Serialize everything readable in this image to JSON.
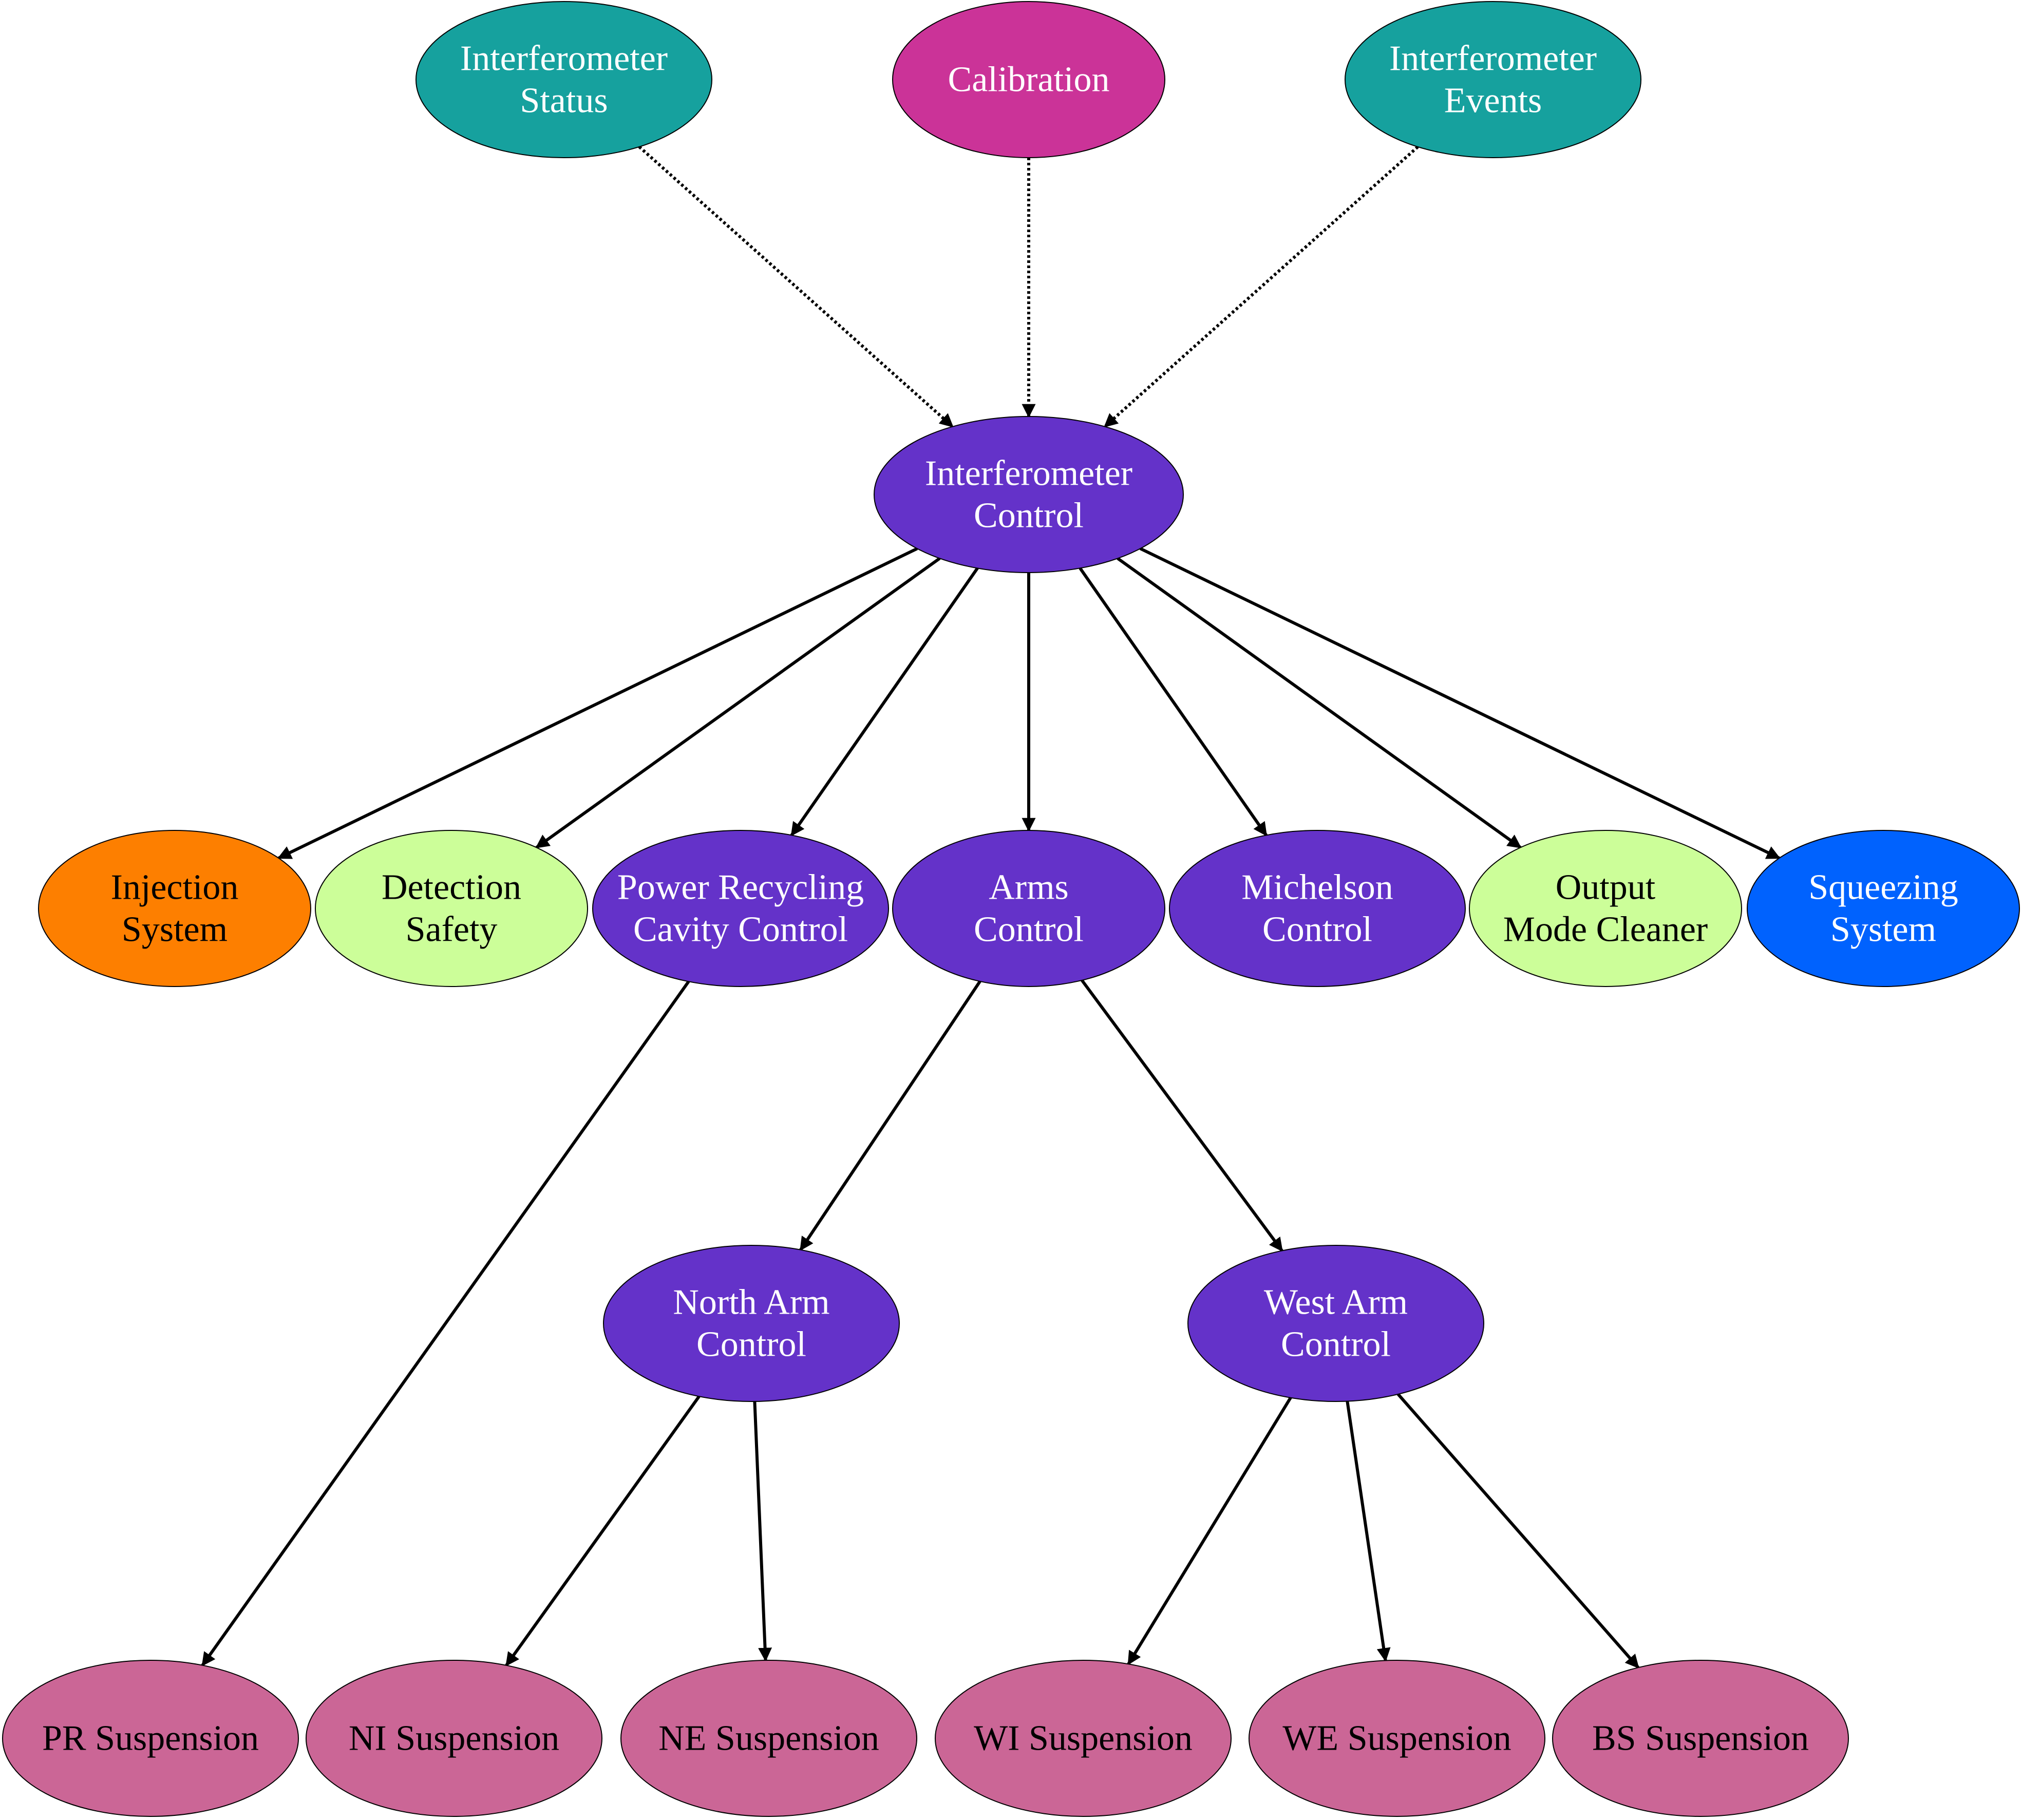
{
  "colors": {
    "teal": "#16a19e",
    "magenta": "#cb3398",
    "purple": "#6432c9",
    "orange": "#fd7f00",
    "lightgreen": "#ccfe99",
    "blue": "#0062fe",
    "pink": "#cb6696",
    "edge": "#000000",
    "white_text": "#ffffff",
    "black_text": "#000000"
  },
  "nodes": {
    "ifo_status": {
      "lines": [
        "Interferometer",
        "Status"
      ],
      "color": "teal",
      "text_color": "white_text"
    },
    "calibration": {
      "lines": [
        "Calibration"
      ],
      "color": "magenta",
      "text_color": "white_text"
    },
    "ifo_events": {
      "lines": [
        "Interferometer",
        "Events"
      ],
      "color": "teal",
      "text_color": "white_text"
    },
    "ifo_control": {
      "lines": [
        "Interferometer",
        "Control"
      ],
      "color": "purple",
      "text_color": "white_text"
    },
    "injection": {
      "lines": [
        "Injection",
        "System"
      ],
      "color": "orange",
      "text_color": "black_text"
    },
    "detection": {
      "lines": [
        "Detection",
        "Safety"
      ],
      "color": "lightgreen",
      "text_color": "black_text"
    },
    "prc": {
      "lines": [
        "Power Recycling",
        "Cavity Control"
      ],
      "color": "purple",
      "text_color": "white_text"
    },
    "arms": {
      "lines": [
        "Arms",
        "Control"
      ],
      "color": "purple",
      "text_color": "white_text"
    },
    "michelson": {
      "lines": [
        "Michelson",
        "Control"
      ],
      "color": "purple",
      "text_color": "white_text"
    },
    "omc": {
      "lines": [
        "Output",
        "Mode Cleaner"
      ],
      "color": "lightgreen",
      "text_color": "black_text"
    },
    "squeezing": {
      "lines": [
        "Squeezing",
        "System"
      ],
      "color": "blue",
      "text_color": "white_text"
    },
    "north_arm": {
      "lines": [
        "North Arm",
        "Control"
      ],
      "color": "purple",
      "text_color": "white_text"
    },
    "west_arm": {
      "lines": [
        "West Arm",
        "Control"
      ],
      "color": "purple",
      "text_color": "white_text"
    },
    "pr_susp": {
      "lines": [
        "PR Suspension"
      ],
      "color": "pink",
      "text_color": "black_text"
    },
    "ni_susp": {
      "lines": [
        "NI Suspension"
      ],
      "color": "pink",
      "text_color": "black_text"
    },
    "ne_susp": {
      "lines": [
        "NE Suspension"
      ],
      "color": "pink",
      "text_color": "black_text"
    },
    "wi_susp": {
      "lines": [
        "WI Suspension"
      ],
      "color": "pink",
      "text_color": "black_text"
    },
    "we_susp": {
      "lines": [
        "WE Suspension"
      ],
      "color": "pink",
      "text_color": "black_text"
    },
    "bs_susp": {
      "lines": [
        "BS Suspension"
      ],
      "color": "pink",
      "text_color": "black_text"
    }
  },
  "edges": [
    {
      "from": "ifo_status",
      "to": "ifo_control",
      "style": "dotted"
    },
    {
      "from": "calibration",
      "to": "ifo_control",
      "style": "dotted"
    },
    {
      "from": "ifo_events",
      "to": "ifo_control",
      "style": "dotted"
    },
    {
      "from": "ifo_control",
      "to": "injection",
      "style": "solid"
    },
    {
      "from": "ifo_control",
      "to": "detection",
      "style": "solid"
    },
    {
      "from": "ifo_control",
      "to": "prc",
      "style": "solid"
    },
    {
      "from": "ifo_control",
      "to": "arms",
      "style": "solid"
    },
    {
      "from": "ifo_control",
      "to": "michelson",
      "style": "solid"
    },
    {
      "from": "ifo_control",
      "to": "omc",
      "style": "solid"
    },
    {
      "from": "ifo_control",
      "to": "squeezing",
      "style": "solid"
    },
    {
      "from": "prc",
      "to": "pr_susp",
      "style": "solid"
    },
    {
      "from": "arms",
      "to": "north_arm",
      "style": "solid"
    },
    {
      "from": "arms",
      "to": "west_arm",
      "style": "solid"
    },
    {
      "from": "north_arm",
      "to": "ni_susp",
      "style": "solid"
    },
    {
      "from": "north_arm",
      "to": "ne_susp",
      "style": "solid"
    },
    {
      "from": "west_arm",
      "to": "wi_susp",
      "style": "solid"
    },
    {
      "from": "west_arm",
      "to": "we_susp",
      "style": "solid"
    },
    {
      "from": "west_arm",
      "to": "bs_susp",
      "style": "solid"
    }
  ]
}
